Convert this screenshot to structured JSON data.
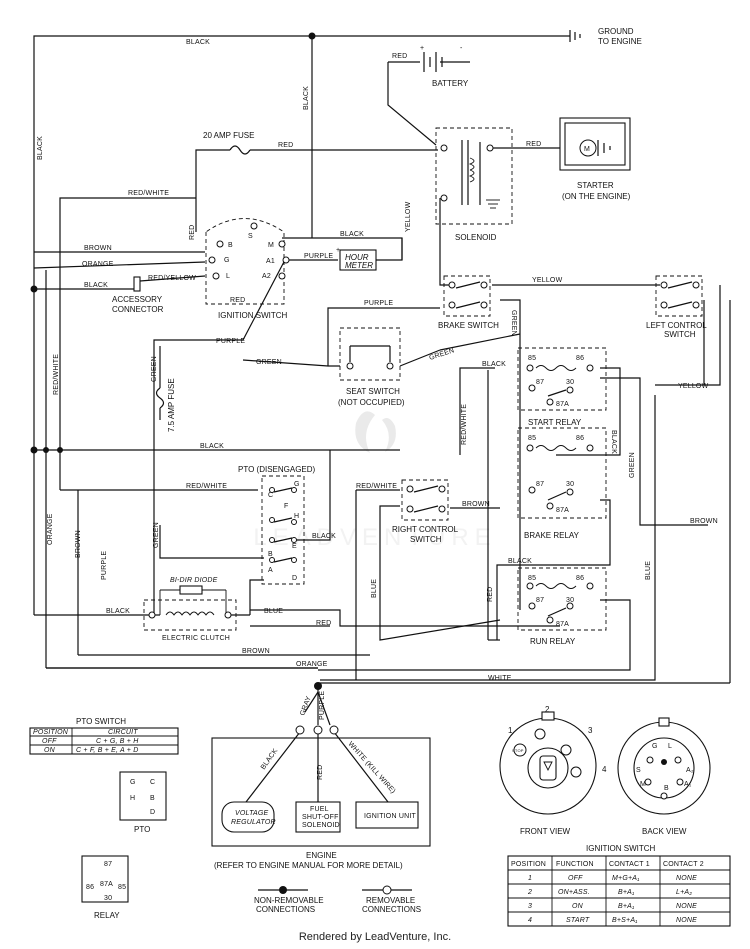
{
  "wires": {
    "black": "BLACK",
    "red": "RED",
    "red_white": "RED/WHITE",
    "brown": "BROWN",
    "orange": "ORANGE",
    "red_yellow": "RED/YELLOW",
    "purple": "PURPLE",
    "green": "GREEN",
    "yellow": "YELLOW",
    "blue": "BLUE",
    "white": "WHITE",
    "gray": "GRAY",
    "white_kill": "WHITE (KILL WIRE)"
  },
  "components": {
    "ground": "GROUND",
    "ground2": "TO ENGINE",
    "battery": "BATTERY",
    "fuse20": "20 AMP FUSE",
    "fuse75": "7.5 AMP FUSE",
    "solenoid": "SOLENOID",
    "starter": "STARTER",
    "starter2": "(ON THE ENGINE)",
    "hour1": "HOUR",
    "hour2": "METER",
    "accessory1": "ACCESSORY",
    "accessory2": "CONNECTOR",
    "ignition": "IGNITION SWITCH",
    "brake_switch": "BRAKE SWITCH",
    "left1": "LEFT CONTROL",
    "left2": "SWITCH",
    "seat1": "SEAT SWITCH",
    "seat2": "(NOT OCCUPIED)",
    "start_relay": "START RELAY",
    "brake_relay": "BRAKE RELAY",
    "run_relay": "RUN RELAY",
    "pto": "PTO (DISENGAGED)",
    "right1": "RIGHT CONTROL",
    "right2": "SWITCH",
    "diode": "BI-DIR DIODE",
    "clutch": "ELECTRIC CLUTCH",
    "engine1": "ENGINE",
    "engine2": "(REFER TO ENGINE MANUAL FOR MORE DETAIL)",
    "vr1": "VOLTAGE",
    "vr2": "REGULATOR",
    "fuel1": "FUEL",
    "fuel2": "SHUT-OFF",
    "fuel3": "SOLENOID",
    "ign_unit": "IGNITION UNIT",
    "relay_icon": "RELAY",
    "pto_icon": "PTO"
  },
  "terminals": {
    "b": "B",
    "s": "S",
    "m": "M",
    "g": "G",
    "l": "L",
    "a1": "A1",
    "a2": "A2",
    "r85": "85",
    "r86": "86",
    "r87": "87",
    "r30": "30",
    "r87a": "87A",
    "c": "C",
    "h": "H",
    "e": "E",
    "a": "A",
    "d": "D",
    "f": "F",
    "m2": "M",
    "g2": "G",
    "a2b": "A₂",
    "a1b": "A₁",
    "plus": "+",
    "minus": "-",
    "motor": "M",
    "k1": "1",
    "k2": "2",
    "k3": "3",
    "k4": "4",
    "stop": "STOP"
  },
  "pto_table": {
    "title": "PTO SWITCH",
    "headers": [
      "POSITION",
      "CIRCUIT"
    ],
    "rows": [
      [
        "OFF",
        "C + G, B + H"
      ],
      [
        "ON",
        "C + F, B + E, A + D"
      ]
    ]
  },
  "ign_table": {
    "title": "IGNITION SWITCH",
    "headers": [
      "POSITION",
      "FUNCTION",
      "CONTACT 1",
      "CONTACT 2"
    ],
    "rows": [
      [
        "1",
        "OFF",
        "M+G+A₁",
        "NONE"
      ],
      [
        "2",
        "ON+ASS.",
        "B+A₁",
        "L+A₂"
      ],
      [
        "3",
        "ON",
        "B+A₁",
        "NONE"
      ],
      [
        "4",
        "START",
        "B+S+A₁",
        "NONE"
      ]
    ]
  },
  "views": {
    "front": "FRONT VIEW",
    "back": "BACK VIEW"
  },
  "legend": {
    "non1": "NON-REMOVABLE",
    "non2": "CONNECTIONS",
    "rem1": "REMOVABLE",
    "rem2": "CONNECTIONS"
  },
  "watermark": "LEADVENTURE",
  "footer": "Rendered by LeadVenture, Inc."
}
